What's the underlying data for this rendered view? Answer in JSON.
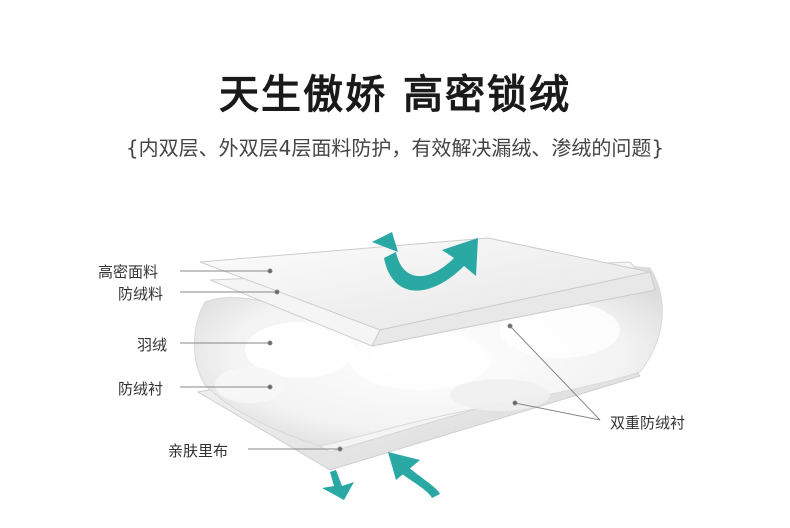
{
  "header": {
    "title": "天生傲娇  高密锁绒",
    "subtitle": "{内双层、外双层4层面料防护，有效解决漏绒、渗绒的问题}"
  },
  "layers": {
    "label_1": "高密面料",
    "label_2": "防绒料",
    "label_3": "羽绒",
    "label_4": "防绒衬",
    "label_5": "亲肤里布",
    "label_right": "双重防绒衬"
  },
  "colors": {
    "arrow": "#2aa9a4",
    "text": "#333333",
    "line": "#888888"
  },
  "icons": {
    "top_arrow": "teal-curved-arrow-icon",
    "bottom_arrow": "teal-curved-arrow-icon"
  }
}
